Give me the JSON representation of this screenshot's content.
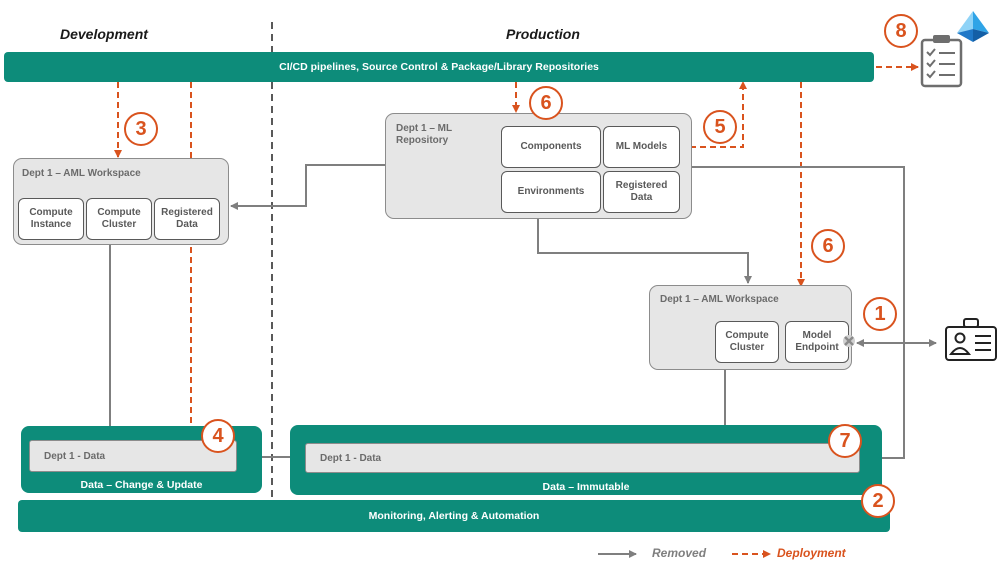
{
  "headers": {
    "development": "Development",
    "production": "Production"
  },
  "top_bar": "CI/CD pipelines, Source Control & Package/Library Repositories",
  "bottom_bar": "Monitoring, Alerting & Automation",
  "dev_workspace": {
    "title": "Dept 1 – AML Workspace",
    "items": [
      "Compute Instance",
      "Compute Cluster",
      "Registered Data"
    ]
  },
  "ml_repository": {
    "title": "Dept 1 – ML Repository",
    "items": [
      "Components",
      "ML Models",
      "Environments",
      "Registered Data"
    ]
  },
  "prod_workspace": {
    "title": "Dept 1 – AML Workspace",
    "items": [
      "Compute Cluster",
      "Model Endpoint"
    ]
  },
  "data_change": {
    "field": "Dept 1 - Data",
    "label": "Data – Change & Update"
  },
  "data_immutable": {
    "field": "Dept 1 - Data",
    "label": "Data – Immutable"
  },
  "step_numbers": [
    "1",
    "2",
    "3",
    "4",
    "5",
    "6",
    "6",
    "7",
    "8"
  ],
  "legend": {
    "removed": "Removed",
    "deployment": "Deployment"
  },
  "colors": {
    "teal": "#0d8c7a",
    "orange": "#d9531e",
    "gray_arrow": "#7f7f7f",
    "azure": "#2fa4e7"
  },
  "icons": [
    "checklist-icon",
    "azure-pyramid-icon",
    "user-badge-icon",
    "close-x-icon"
  ]
}
